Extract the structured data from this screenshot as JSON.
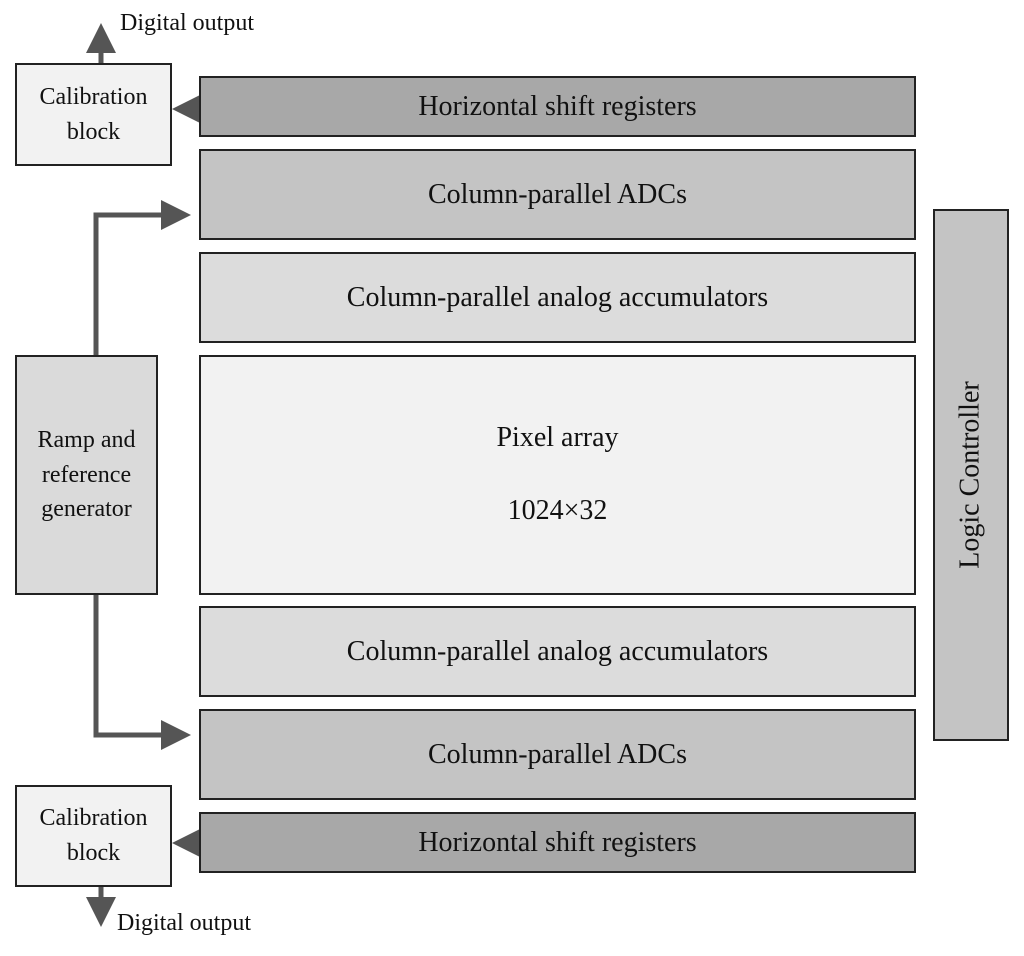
{
  "colors": {
    "shift_register": "#a8a8a8",
    "adc": "#c4c4c4",
    "accumulator": "#dcdcdc",
    "pixel_array": "#f2f2f2",
    "calibration": "#f2f2f2",
    "ramp_generator": "#dadada",
    "logic_controller": "#c4c4c4",
    "wire": "#555555"
  },
  "top": {
    "digital_output": "Digital output",
    "calibration_block": "Calibration\nblock",
    "shift_registers": "Horizontal shift registers",
    "adcs": "Column-parallel ADCs",
    "accumulators": "Column-parallel analog accumulators"
  },
  "pixel_array": {
    "label": "Pixel array",
    "size": "1024×32"
  },
  "bottom": {
    "accumulators": "Column-parallel analog accumulators",
    "adcs": "Column-parallel ADCs",
    "shift_registers": "Horizontal shift registers",
    "calibration_block": "Calibration\nblock",
    "digital_output": "Digital output"
  },
  "ramp_generator": "Ramp and\nreference\ngenerator",
  "logic_controller": "Logic Controller"
}
